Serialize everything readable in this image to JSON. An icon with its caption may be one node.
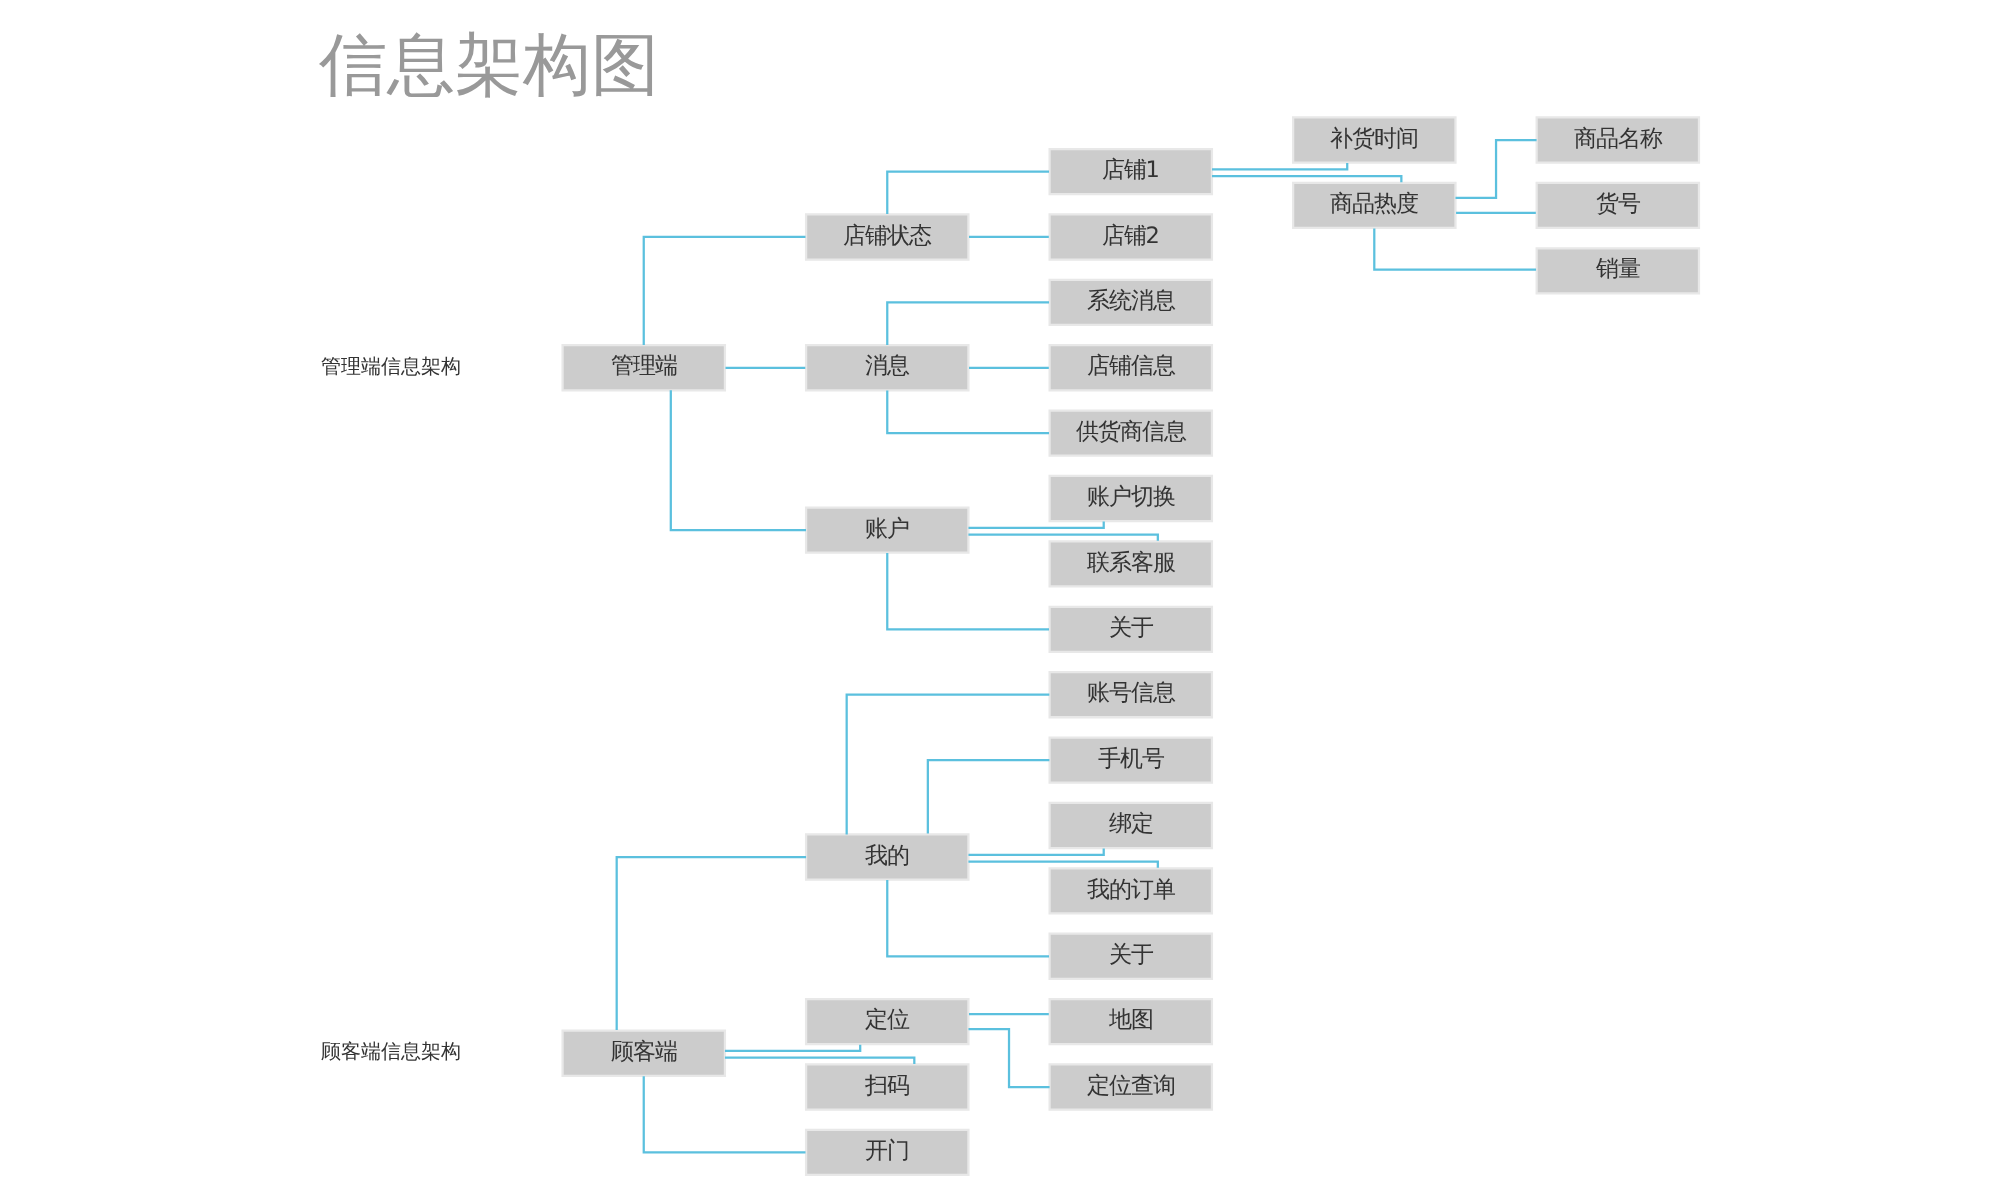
{
  "diagram": {
    "title": "信息架构图",
    "nodes": [
      {
        "text": [
          "顾客端"
        ]
      },
      {
        "text": [
          "我的"
        ]
      },
      {
        "text": [
          "定位"
        ]
      },
      {
        "text": [
          "扫码"
        ]
      },
      {
        "text": [
          "开门"
        ]
      },
      {
        "text": [
          "账号信息"
        ]
      },
      {
        "text": [
          "手机号"
        ]
      },
      {
        "text": [
          "绑定"
        ]
      },
      {
        "text": [
          "我的订单"
        ]
      },
      {
        "text": [
          "关于"
        ]
      },
      {
        "text": [
          "地图"
        ]
      },
      {
        "text": [
          "定位查询"
        ]
      },
      {
        "text": [
          "管理端"
        ]
      },
      {
        "text": [
          "店铺状态"
        ]
      },
      {
        "text": [
          "消息"
        ]
      },
      {
        "text": [
          "账户"
        ]
      },
      {
        "text": [
          "店铺1"
        ]
      },
      {
        "text": [
          "店铺2"
        ]
      },
      {
        "text": [
          "补货时间"
        ]
      },
      {
        "text": [
          "商品热度"
        ]
      },
      {
        "text": [
          "商品名称"
        ]
      },
      {
        "text": [
          "货号"
        ]
      },
      {
        "text": [
          "销量"
        ]
      },
      {
        "text": [
          "系统消息"
        ]
      },
      {
        "text": [
          "店铺信息"
        ]
      },
      {
        "text": [
          "供货商信息"
        ]
      },
      {
        "text": [
          "账户切换"
        ]
      },
      {
        "text": [
          "联系客服"
        ]
      },
      {
        "text": [
          "关于"
        ]
      }
    ],
    "edges": [
      {
        "from": 0,
        "to": 1,
        "arrow": "none"
      },
      {
        "from": 0,
        "to": 2,
        "arrow": "none"
      },
      {
        "from": 0,
        "to": 3,
        "arrow": "none"
      },
      {
        "from": 0,
        "to": 4,
        "arrow": "none"
      },
      {
        "from": 1,
        "to": 5,
        "arrow": "none"
      },
      {
        "from": 1,
        "to": 6,
        "arrow": "none"
      },
      {
        "from": 1,
        "to": 7,
        "arrow": "none"
      },
      {
        "from": 1,
        "to": 8,
        "arrow": "none"
      },
      {
        "from": 1,
        "to": 9,
        "arrow": "none"
      },
      {
        "from": 2,
        "to": 10,
        "arrow": "none"
      },
      {
        "from": 2,
        "to": 11,
        "arrow": "none"
      },
      {
        "from": 12,
        "to": 13,
        "arrow": "none"
      },
      {
        "from": 12,
        "to": 14,
        "arrow": "none"
      },
      {
        "from": 12,
        "to": 15,
        "arrow": "none"
      },
      {
        "from": 13,
        "to": 16,
        "arrow": "none"
      },
      {
        "from": 13,
        "to": 17,
        "arrow": "none"
      },
      {
        "from": 16,
        "to": 18,
        "arrow": "none"
      },
      {
        "from": 16,
        "to": 19,
        "arrow": "none"
      },
      {
        "from": 19,
        "to": 20,
        "arrow": "none"
      },
      {
        "from": 19,
        "to": 21,
        "arrow": "none"
      },
      {
        "from": 19,
        "to": 22,
        "arrow": "none"
      },
      {
        "from": 14,
        "to": 23,
        "arrow": "none"
      },
      {
        "from": 14,
        "to": 24,
        "arrow": "none"
      },
      {
        "from": 14,
        "to": 25,
        "arrow": "none"
      },
      {
        "from": 15,
        "to": 26,
        "arrow": "none"
      },
      {
        "from": 15,
        "to": 27,
        "arrow": "none"
      },
      {
        "from": 15,
        "to": 28,
        "arrow": "none"
      }
    ],
    "labels": [
      "顾客端信息架构",
      "管理端信息架构"
    ]
  }
}
